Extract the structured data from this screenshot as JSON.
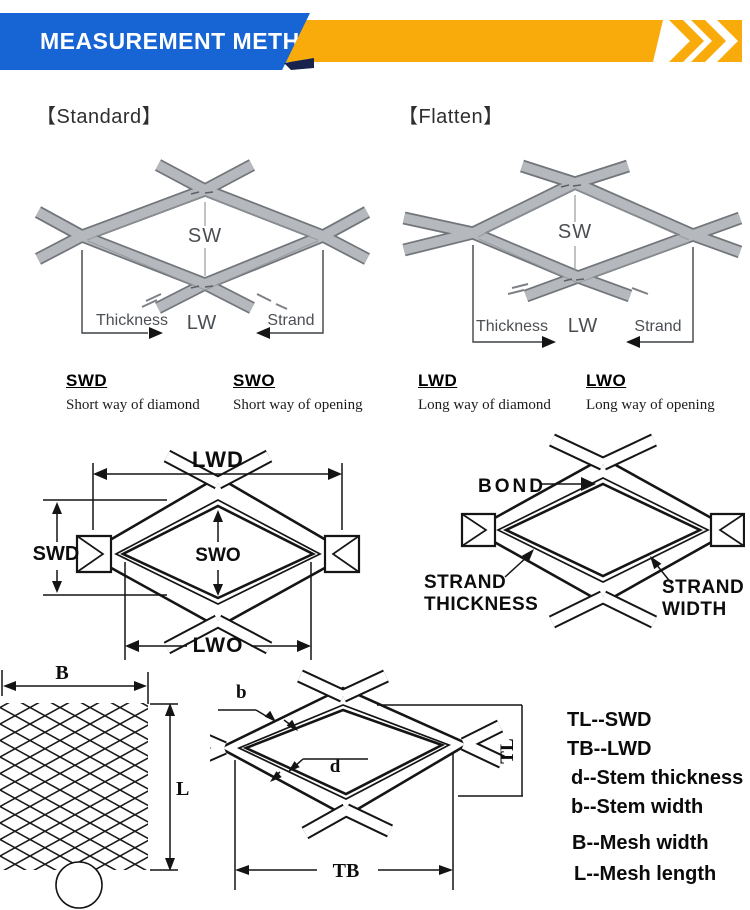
{
  "header": {
    "title": "MEASUREMENT METHODS",
    "colors": {
      "banner_blue": "#1764d4",
      "banner_yellow": "#F8AB0B",
      "banner_dark": "#17234d"
    }
  },
  "standard": {
    "heading": "【Standard】",
    "sw": "SW",
    "lw": "LW",
    "thickness": "Thickness",
    "strand": "Strand"
  },
  "flatten": {
    "heading": "【Flatten】",
    "sw": "SW",
    "lw": "LW",
    "thickness": "Thickness",
    "strand": "Strand"
  },
  "definitions": [
    {
      "term": "SWD",
      "description": "Short way of diamond"
    },
    {
      "term": "SWO",
      "description": "Short way of opening"
    },
    {
      "term": "LWD",
      "description": "Long way of diamond"
    },
    {
      "term": "LWO",
      "description": "Long way of opening"
    }
  ],
  "dimension_diagram": {
    "lwd": "LWD",
    "swd": "SWD",
    "swo": "SWO",
    "lwo": "LWO"
  },
  "bond_diagram": {
    "bond": "BOND",
    "strand_thickness_line1": "STRAND",
    "strand_thickness_line2": "THICKNESS",
    "strand_width_line1": "STRAND",
    "strand_width_line2": "WIDTH"
  },
  "mesh_diagram": {
    "b": "B",
    "l": "L"
  },
  "detail_diagram": {
    "b": "b",
    "d": "d",
    "tl": "TL",
    "tb": "TB"
  },
  "legend": [
    "TL--SWD",
    "TB--LWD",
    "d--Stem thickness",
    "b--Stem width",
    "B--Mesh width",
    "L--Mesh length"
  ]
}
